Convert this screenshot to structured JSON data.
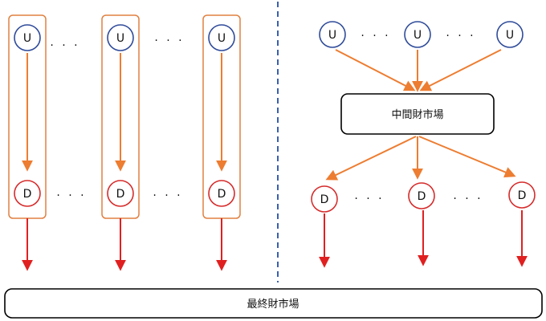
{
  "diagram": {
    "upstream_label": "U",
    "downstream_label": "D",
    "ellipsis": "· · ·",
    "intermediate_market_label": "中間財市場",
    "final_market_label": "最終財市場",
    "colors": {
      "upstream_stroke": "#2f4b9a",
      "downstream_stroke": "#d62b2b",
      "orange_arrow": "#ed7d31",
      "red_arrow": "#e02020",
      "frame_stroke": "#e08040",
      "divider": "#3a5fb0",
      "box_stroke": "#000000"
    }
  }
}
